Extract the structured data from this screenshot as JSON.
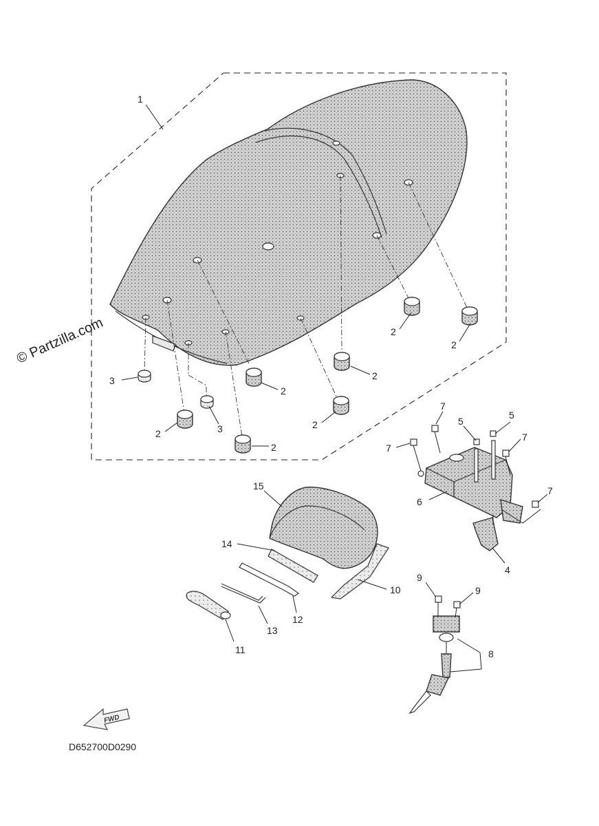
{
  "diagram_code": "D652700D0290",
  "watermark": "© Partzilla.com",
  "fwd_label": "FWD",
  "callouts": {
    "c1": "1",
    "c2a": "2",
    "c2b": "2",
    "c2c": "2",
    "c2d": "2",
    "c2e": "2",
    "c2f": "2",
    "c2g": "2",
    "c3a": "3",
    "c3b": "3",
    "c4": "4",
    "c5a": "5",
    "c5b": "5",
    "c6": "6",
    "c7a": "7",
    "c7b": "7",
    "c7c": "7",
    "c7d": "7",
    "c8": "8",
    "c9a": "9",
    "c9b": "9",
    "c10": "10",
    "c11": "11",
    "c12": "12",
    "c13": "13",
    "c14": "14",
    "c15": "15"
  }
}
